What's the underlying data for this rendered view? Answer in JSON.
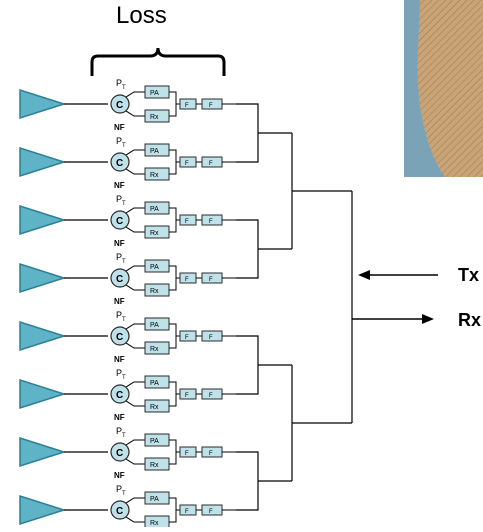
{
  "title": "Loss",
  "ports": {
    "tx": "Tx",
    "rx": "Rx"
  },
  "channel_labels": {
    "ptr": "P",
    "ptr_sub": "T",
    "circulator": "C",
    "pa": "PA",
    "rx": "Rx",
    "filter_a": "F",
    "filter_b": "F",
    "nf": "NF"
  },
  "channel_count": 8,
  "colors": {
    "antenna_fill": "#5fb3c6",
    "antenna_stroke": "#2d7f93",
    "block_fill": "#bfe2ea",
    "block_stroke": "#2b2b2b",
    "photo_base": "#c9a477",
    "photo_edge": "#7aa3b8"
  },
  "photo": {
    "icon": "textured-radome-photo"
  }
}
